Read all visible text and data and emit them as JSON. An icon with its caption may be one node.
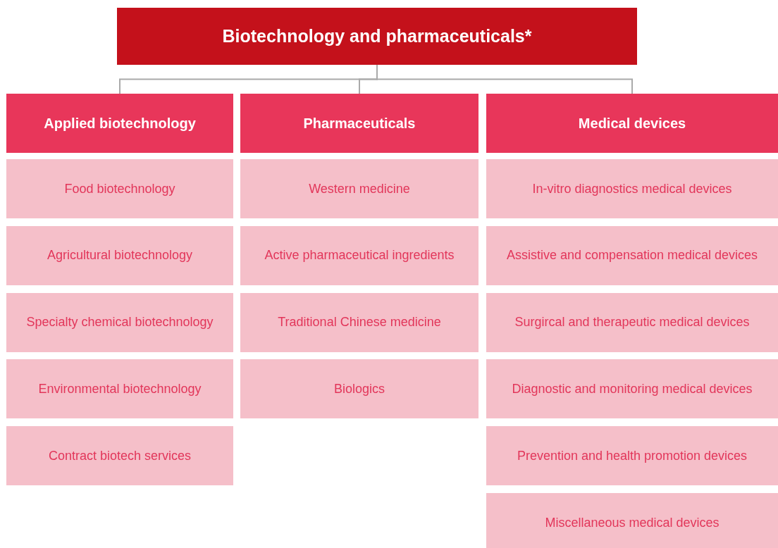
{
  "diagram": {
    "nodes": [
      {
        "text": [
          "Biotechnology and pharmaceuticals*"
        ]
      },
      {
        "text": [
          "Applied biotechnology"
        ]
      },
      {
        "text": [
          "Pharmaceuticals"
        ]
      },
      {
        "text": [
          "Medical devices"
        ]
      },
      {
        "text": [
          "Food biotechnology"
        ]
      },
      {
        "text": [
          "Agricultural biotechnology"
        ]
      },
      {
        "text": [
          "Specialty chemical biotechnology"
        ]
      },
      {
        "text": [
          "Environmental biotechnology"
        ]
      },
      {
        "text": [
          "Contract biotech services"
        ]
      },
      {
        "text": [
          "Western medicine"
        ]
      },
      {
        "text": [
          "Active pharmaceutical ingredients"
        ]
      },
      {
        "text": [
          "Traditional Chinese medicine"
        ]
      },
      {
        "text": [
          "Biologics"
        ]
      },
      {
        "text": [
          "In-vitro diagnostics medical devices"
        ]
      },
      {
        "text": [
          "Assistive and compensation medical devices"
        ]
      },
      {
        "text": [
          "Surgircal and therapeutic medical devices"
        ]
      },
      {
        "text": [
          "Diagnostic and monitoring medical devices"
        ]
      },
      {
        "text": [
          "Prevention and health promotion devices"
        ]
      },
      {
        "text": [
          "Miscellaneous medical devices"
        ]
      }
    ],
    "edges": [
      {
        "from": 0,
        "to": 1,
        "arrow": "none"
      },
      {
        "from": 0,
        "to": 2,
        "arrow": "none"
      },
      {
        "from": 0,
        "to": 3,
        "arrow": "none"
      }
    ]
  }
}
